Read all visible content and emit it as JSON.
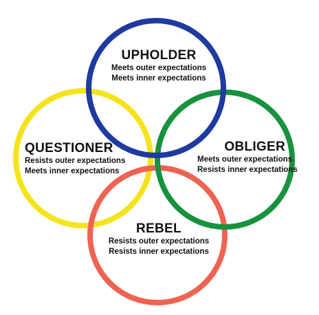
{
  "circles": [
    {
      "id": "upholder",
      "title": "UPHOLDER",
      "lines": [
        "Meets outer expectations",
        "Meets inner expectations"
      ],
      "color": "#1f3ba0"
    },
    {
      "id": "questioner",
      "title": "QUESTIONER",
      "lines": [
        "Resists outer expectations",
        "Meets inner expectations"
      ],
      "color": "#f5e41c"
    },
    {
      "id": "obliger",
      "title": "OBLIGER",
      "lines": [
        "Meets outer expectations",
        "Resists inner expectations"
      ],
      "color": "#17923e"
    },
    {
      "id": "rebel",
      "title": "REBEL",
      "lines": [
        "Resists outer expectations",
        "Resists inner expectations"
      ],
      "color": "#ee6352"
    }
  ]
}
